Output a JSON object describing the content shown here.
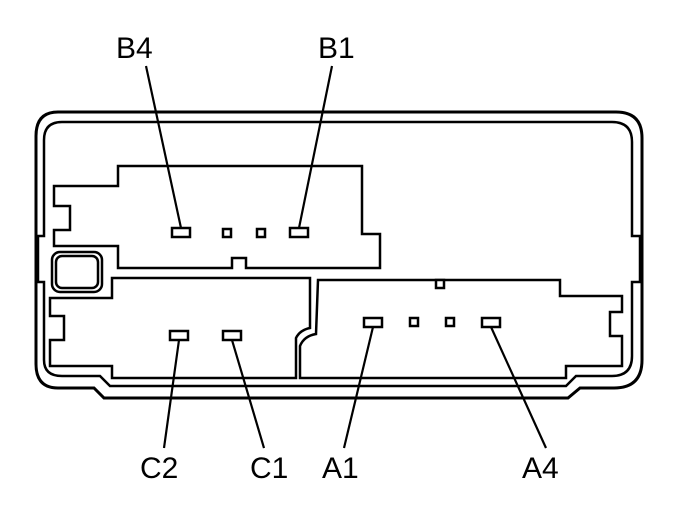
{
  "diagram": {
    "labels": {
      "b4": "B4",
      "b1": "B1",
      "c2": "C2",
      "c1": "C1",
      "a1": "A1",
      "a4": "A4"
    },
    "line_color": "#000000",
    "background": "#ffffff"
  }
}
